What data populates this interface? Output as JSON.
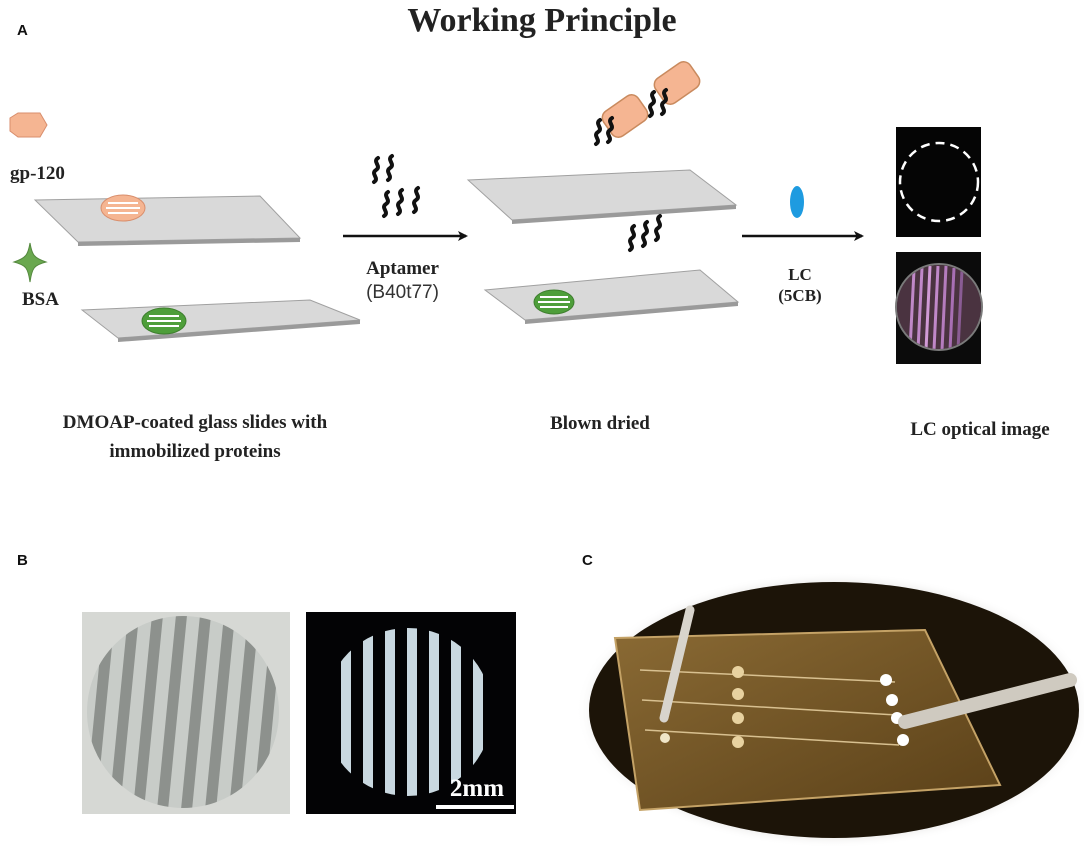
{
  "title": "Working Principle",
  "panels": {
    "a": "A",
    "b": "B",
    "c": "C"
  },
  "legend": {
    "gp120": "gp-120",
    "bsa": "BSA"
  },
  "arrow1": {
    "label": "Aptamer",
    "sublabel": "(B40t77)"
  },
  "arrow2": {
    "label": "LC",
    "sublabel": "(5CB)"
  },
  "captions": {
    "slides_line1": "DMOAP-coated glass slides with",
    "slides_line2": "immobilized proteins",
    "blown": "Blown dried",
    "optical": "LC optical image"
  },
  "scale_bar": "2mm",
  "colors": {
    "gp120": "#f5b592",
    "gp120_stroke": "#d98e6c",
    "bsa": "#6aa84f",
    "bsa_spot": "#4e9e3a",
    "slide": "#d9d9d9",
    "slide_edge": "#9a9a9a",
    "lc_drop": "#1e9be0"
  }
}
